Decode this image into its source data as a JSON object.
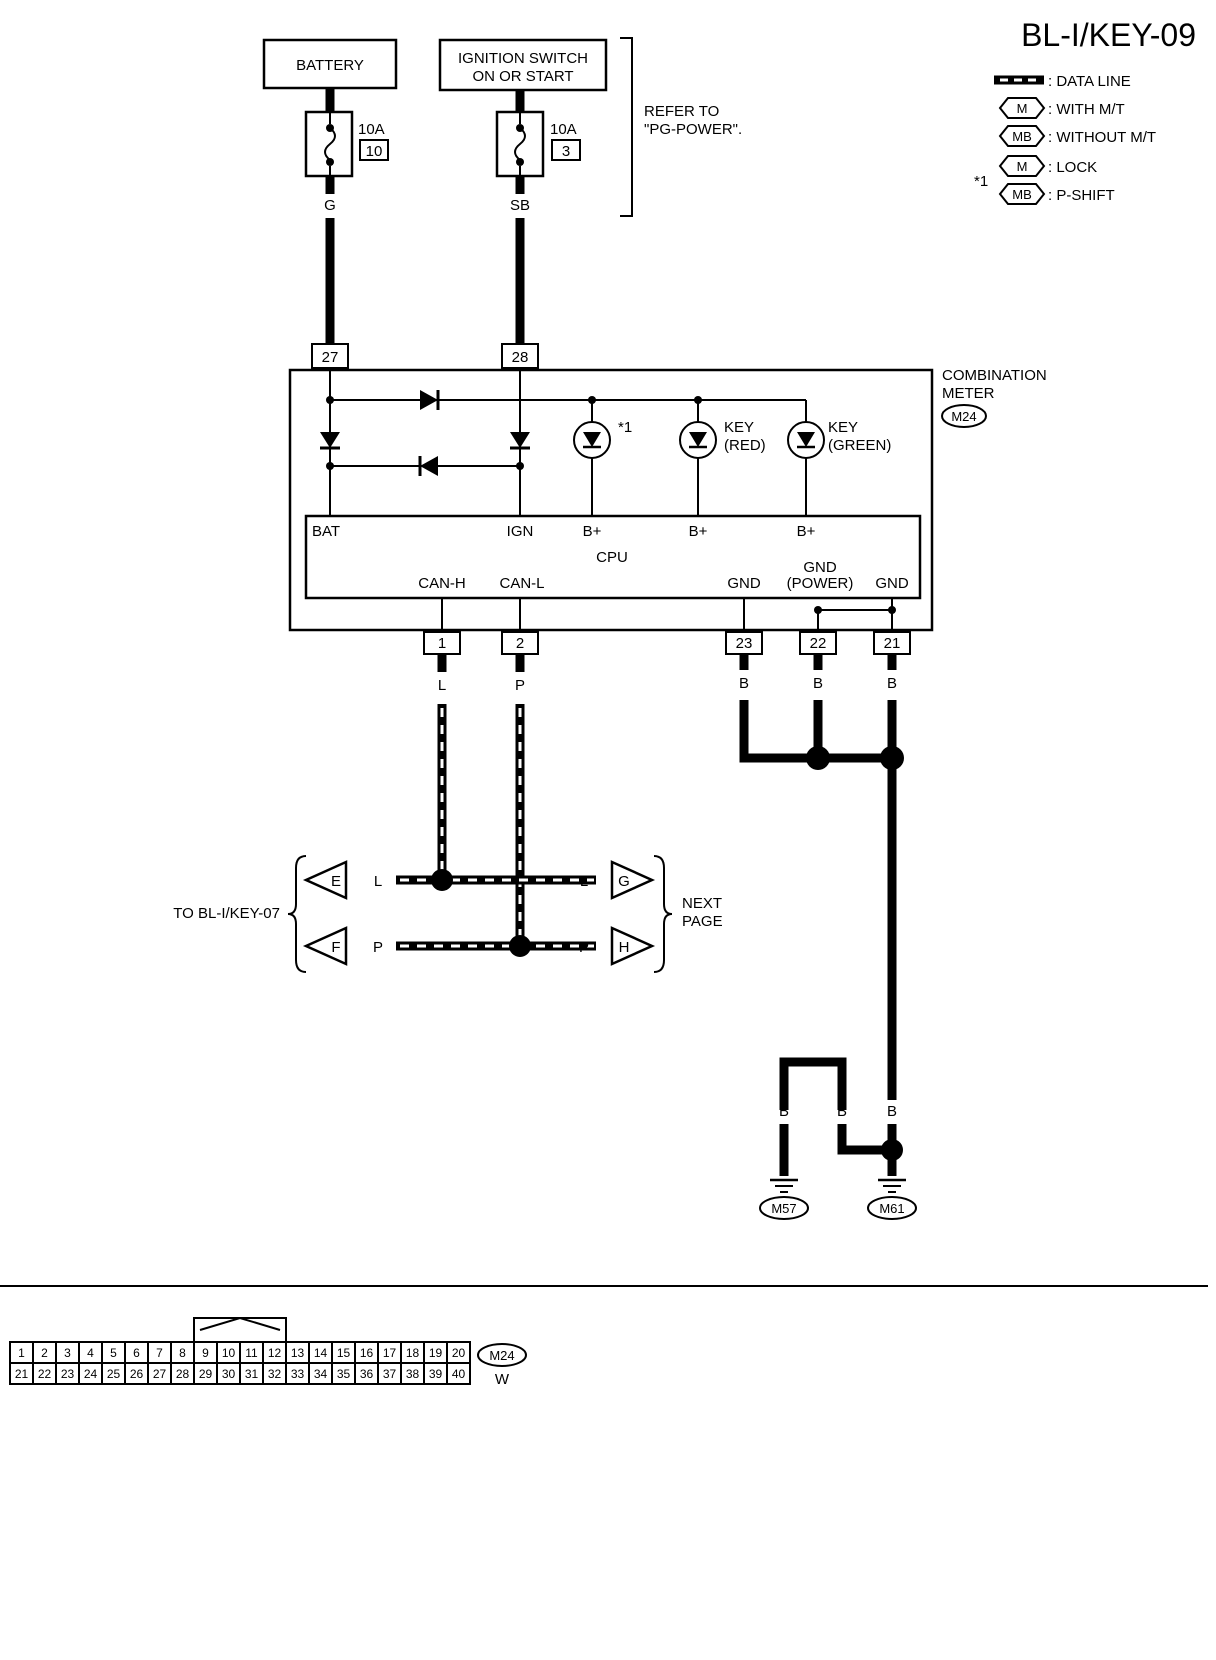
{
  "title": "BL-I/KEY-09",
  "legend": {
    "data_line": ": DATA LINE",
    "m_code": "M",
    "mb_code": "MB",
    "with_mt": ": WITH M/T",
    "without_mt": ": WITHOUT M/T",
    "star": "*1",
    "lock": ": LOCK",
    "p_shift": ": P-SHIFT"
  },
  "power": {
    "battery": "BATTERY",
    "ignition_line1": "IGNITION SWITCH",
    "ignition_line2": "ON OR START",
    "fuse1_amp": "10A",
    "fuse1_num": "10",
    "fuse2_amp": "10A",
    "fuse2_num": "3",
    "refer_line1": "REFER TO",
    "refer_line2": "\"PG-POWER\".",
    "wire_g": "G",
    "wire_sb": "SB"
  },
  "meter": {
    "name_line1": "COMBINATION",
    "name_line2": "METER",
    "connector": "M24",
    "pin_bat": "27",
    "pin_ign": "28",
    "star_ref": "*1",
    "key_red_1": "KEY",
    "key_red_2": "(RED)",
    "key_green_1": "KEY",
    "key_green_2": "(GREEN)",
    "cpu": "CPU",
    "bat": "BAT",
    "ign": "IGN",
    "bplus": "B+",
    "can_h": "CAN-H",
    "can_l": "CAN-L",
    "gnd": "GND",
    "gnd_power_1": "GND",
    "gnd_power_2": "(POWER)",
    "pins_bottom": [
      "1",
      "2",
      "23",
      "22",
      "21"
    ]
  },
  "wires": {
    "l": "L",
    "p": "P",
    "b": "B"
  },
  "can": {
    "to_label": "TO BL-I/KEY-07",
    "next_1": "NEXT",
    "next_2": "PAGE",
    "e": "E",
    "f": "F",
    "g": "G",
    "h": "H"
  },
  "grounds": {
    "m57": "M57",
    "m61": "M61"
  },
  "connector_face": {
    "code": "M24",
    "color": "W",
    "row1": [
      "1",
      "2",
      "3",
      "4",
      "5",
      "6",
      "7",
      "8",
      "9",
      "10",
      "11",
      "12",
      "13",
      "14",
      "15",
      "16",
      "17",
      "18",
      "19",
      "20"
    ],
    "row2": [
      "21",
      "22",
      "23",
      "24",
      "25",
      "26",
      "27",
      "28",
      "29",
      "30",
      "31",
      "32",
      "33",
      "34",
      "35",
      "36",
      "37",
      "38",
      "39",
      "40"
    ]
  }
}
